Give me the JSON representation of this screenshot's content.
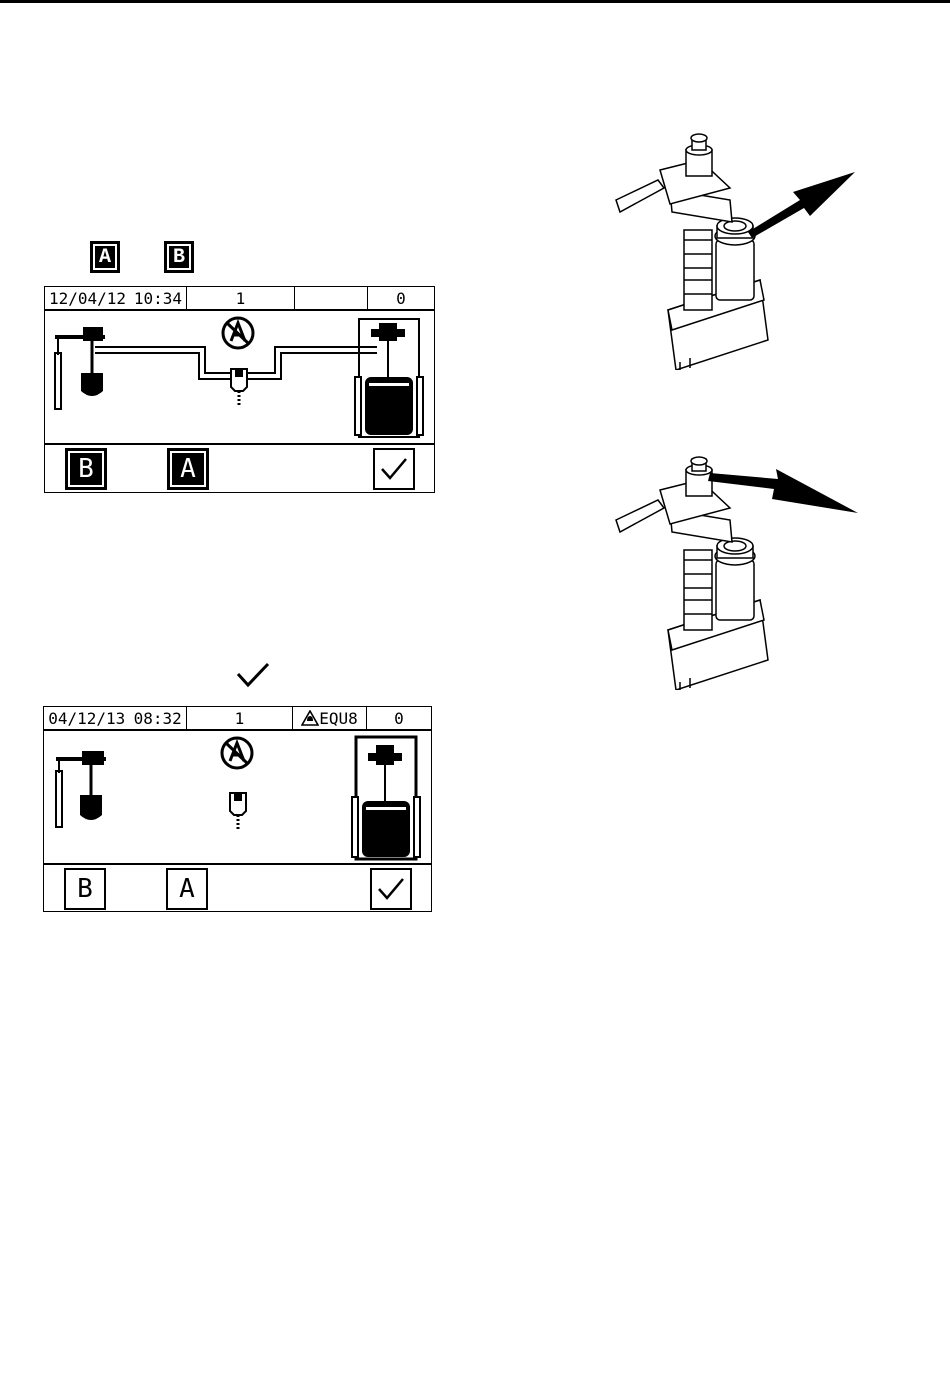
{
  "key_icons": {
    "a_label": "A",
    "b_label": "B"
  },
  "panel1": {
    "date": "12/04/12",
    "time": "10:34",
    "mix_count": "1",
    "alarm": "",
    "counter": "0",
    "softkey_b": "B",
    "softkey_a": "A"
  },
  "panel2": {
    "date": "04/12/13",
    "time": "08:32",
    "mix_count": "1",
    "alarm": "EQU8",
    "counter": "0",
    "softkey_b": "B",
    "softkey_a": "A"
  }
}
